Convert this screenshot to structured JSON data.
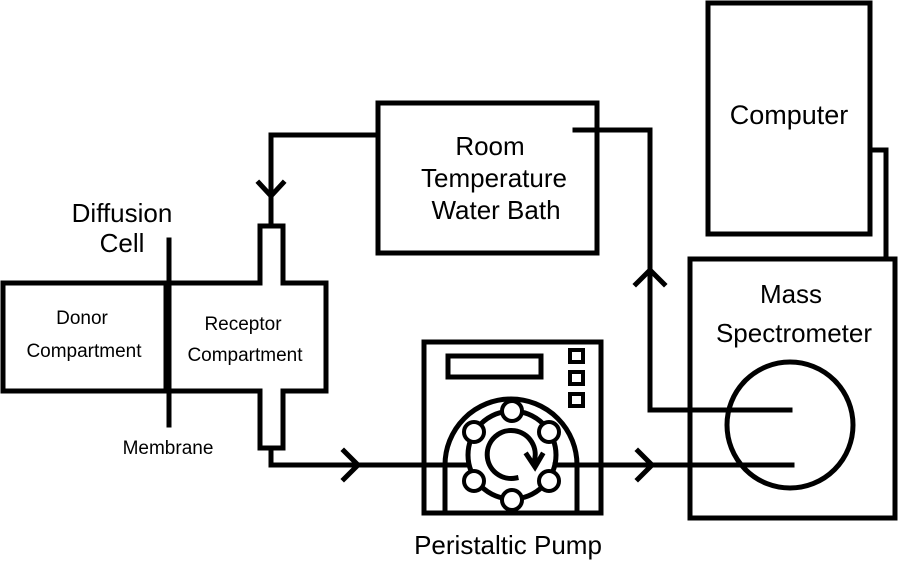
{
  "labels": {
    "diffusion_cell_line1": "Diffusion",
    "diffusion_cell_line2": "Cell",
    "donor_line1": "Donor",
    "donor_line2": "Compartment",
    "receptor_line1": "Receptor",
    "receptor_line2": "Compartment",
    "membrane": "Membrane",
    "water_bath_line1": "Room",
    "water_bath_line2": "Temperature",
    "water_bath_line3": "Water Bath",
    "computer": "Computer",
    "mass_spec_line1": "Mass",
    "mass_spec_line2": "Spectrometer",
    "pump": "Peristaltic Pump"
  },
  "colors": {
    "stroke": "#000000",
    "background": "#ffffff"
  }
}
